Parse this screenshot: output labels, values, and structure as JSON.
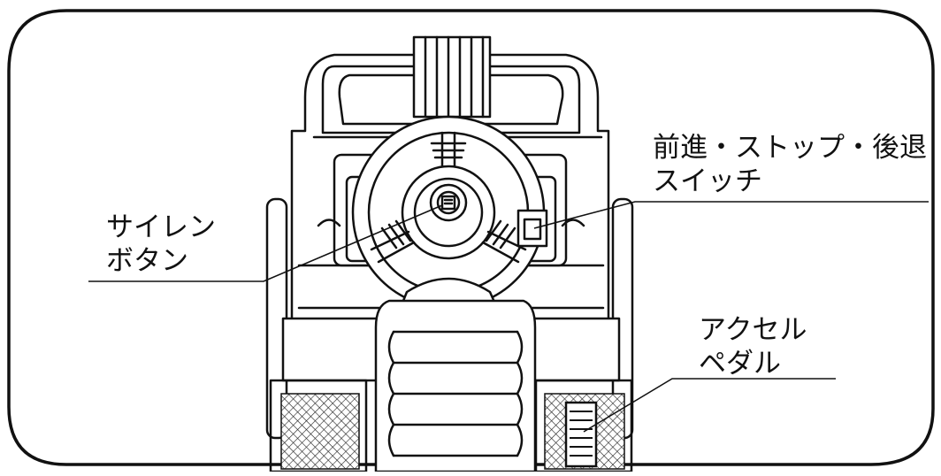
{
  "labels": {
    "siren_button": {
      "line1": "サイレン",
      "line2": "ボタン"
    },
    "direction_switch": {
      "line1": "前進・ストップ・後退",
      "line2": "スイッチ"
    },
    "accelerator_pedal": {
      "line1": "アクセル",
      "line2": "ペダル"
    }
  },
  "colors": {
    "line": "#111111",
    "background": "#ffffff",
    "grip_shade": "#888888"
  }
}
